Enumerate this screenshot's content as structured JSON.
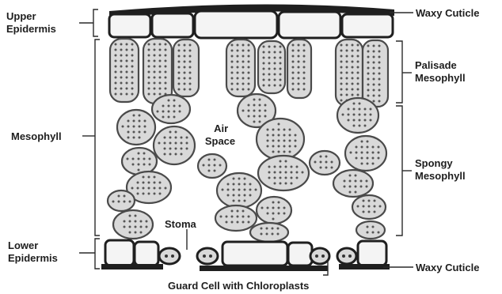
{
  "labels": {
    "upper_epidermis": [
      "Upper",
      "Epidermis"
    ],
    "mesophyll": "Mesophyll",
    "lower_epidermis": [
      "Lower",
      "Epidermis"
    ],
    "waxy_cuticle_top": "Waxy Cuticle",
    "palisade_mesophyll": [
      "Palisade",
      "Mesophyll"
    ],
    "spongy_mesophyll": [
      "Spongy",
      "Mesophyll"
    ],
    "waxy_cuticle_bottom": "Waxy Cuticle",
    "air_space": [
      "Air",
      "Space"
    ],
    "stoma": "Stoma",
    "guard_cell": "Guard Cell with Chloroplasts"
  },
  "colors": {
    "cell_fill": "#d9d9d9",
    "cell_wall": "#4a4a4a",
    "cuticle": "#1f1f1f",
    "chloroplast": "#555555",
    "epidermis_inner": "#f4f4f4"
  }
}
